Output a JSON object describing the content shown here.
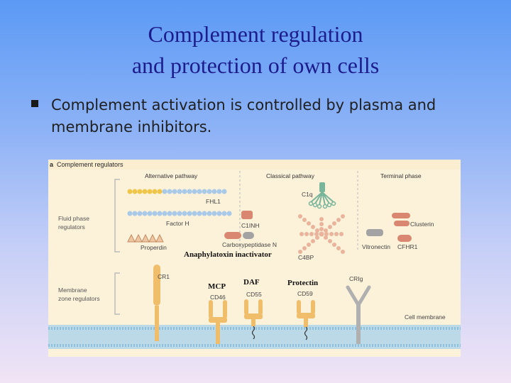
{
  "slide": {
    "title_line1": "Complement regulation",
    "title_line2": "and protection of own cells",
    "bullet": "Complement activation is controlled by plasma and membrane inhibitors."
  },
  "figure": {
    "panel_label": "a",
    "panel_title": "Complement regulators",
    "headers": {
      "alternative": "Alternative pathway",
      "classical": "Classical pathway",
      "terminal": "Terminal phase"
    },
    "groups": {
      "fluid_line1": "Fluid phase",
      "fluid_line2": "regulators",
      "membrane_line1": "Membrane",
      "membrane_line2": "zone regulators"
    },
    "labels": {
      "fhl1": "FHL1",
      "factor_h": "Factor H",
      "properdin": "Properdin",
      "c1q": "C1q",
      "c1inh": "C1INH",
      "cpn_line1": "Carboxypeptidase N",
      "c4bp": "C4BP",
      "clusterin": "Clusterin",
      "vitronectin": "Vitronectin",
      "cfhr1": "CFHR1",
      "cr1": "CR1",
      "cd46": "CD46",
      "cd55": "CD55",
      "cd59": "CD59",
      "crig": "CRIg",
      "cell_membrane": "Cell membrane"
    },
    "overlays": {
      "anaphylatoxin": "Anaphylatoxin inactivator",
      "mcp": "MCP",
      "daf": "DAF",
      "protectin": "Protectin"
    },
    "colors": {
      "bead_blue": "#a9c9e8",
      "bead_yellow": "#efc64a",
      "protein_red": "#d98770",
      "protein_grey": "#a3a3a3",
      "receptor_orange": "#f0bd6a",
      "c1q_green": "#79b59b",
      "membrane": "#bcd9e8"
    }
  }
}
